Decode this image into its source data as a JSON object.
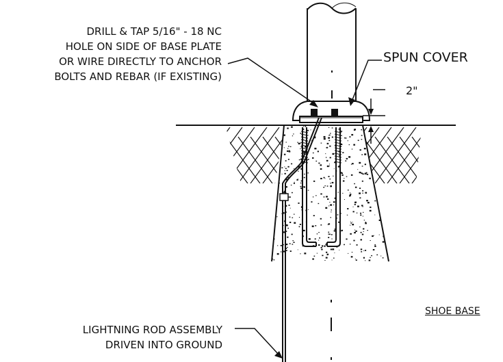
{
  "notes": {
    "drill_tap": [
      "DRILL & TAP 5/16\" - 18 NC",
      "HOLE ON SIDE OF BASE PLATE",
      "OR WIRE DIRECTLY TO ANCHOR",
      "BOLTS AND REBAR (IF EXISTING)"
    ],
    "lightning_rod": [
      "LIGHTNING ROD ASSEMBLY",
      "DRIVEN INTO GROUND"
    ]
  },
  "labels": {
    "spun_cover": "SPUN COVER",
    "dimension": "2\"",
    "title": "SHOE BASE"
  },
  "colors": {
    "line": "#111111",
    "background": "#ffffff"
  }
}
